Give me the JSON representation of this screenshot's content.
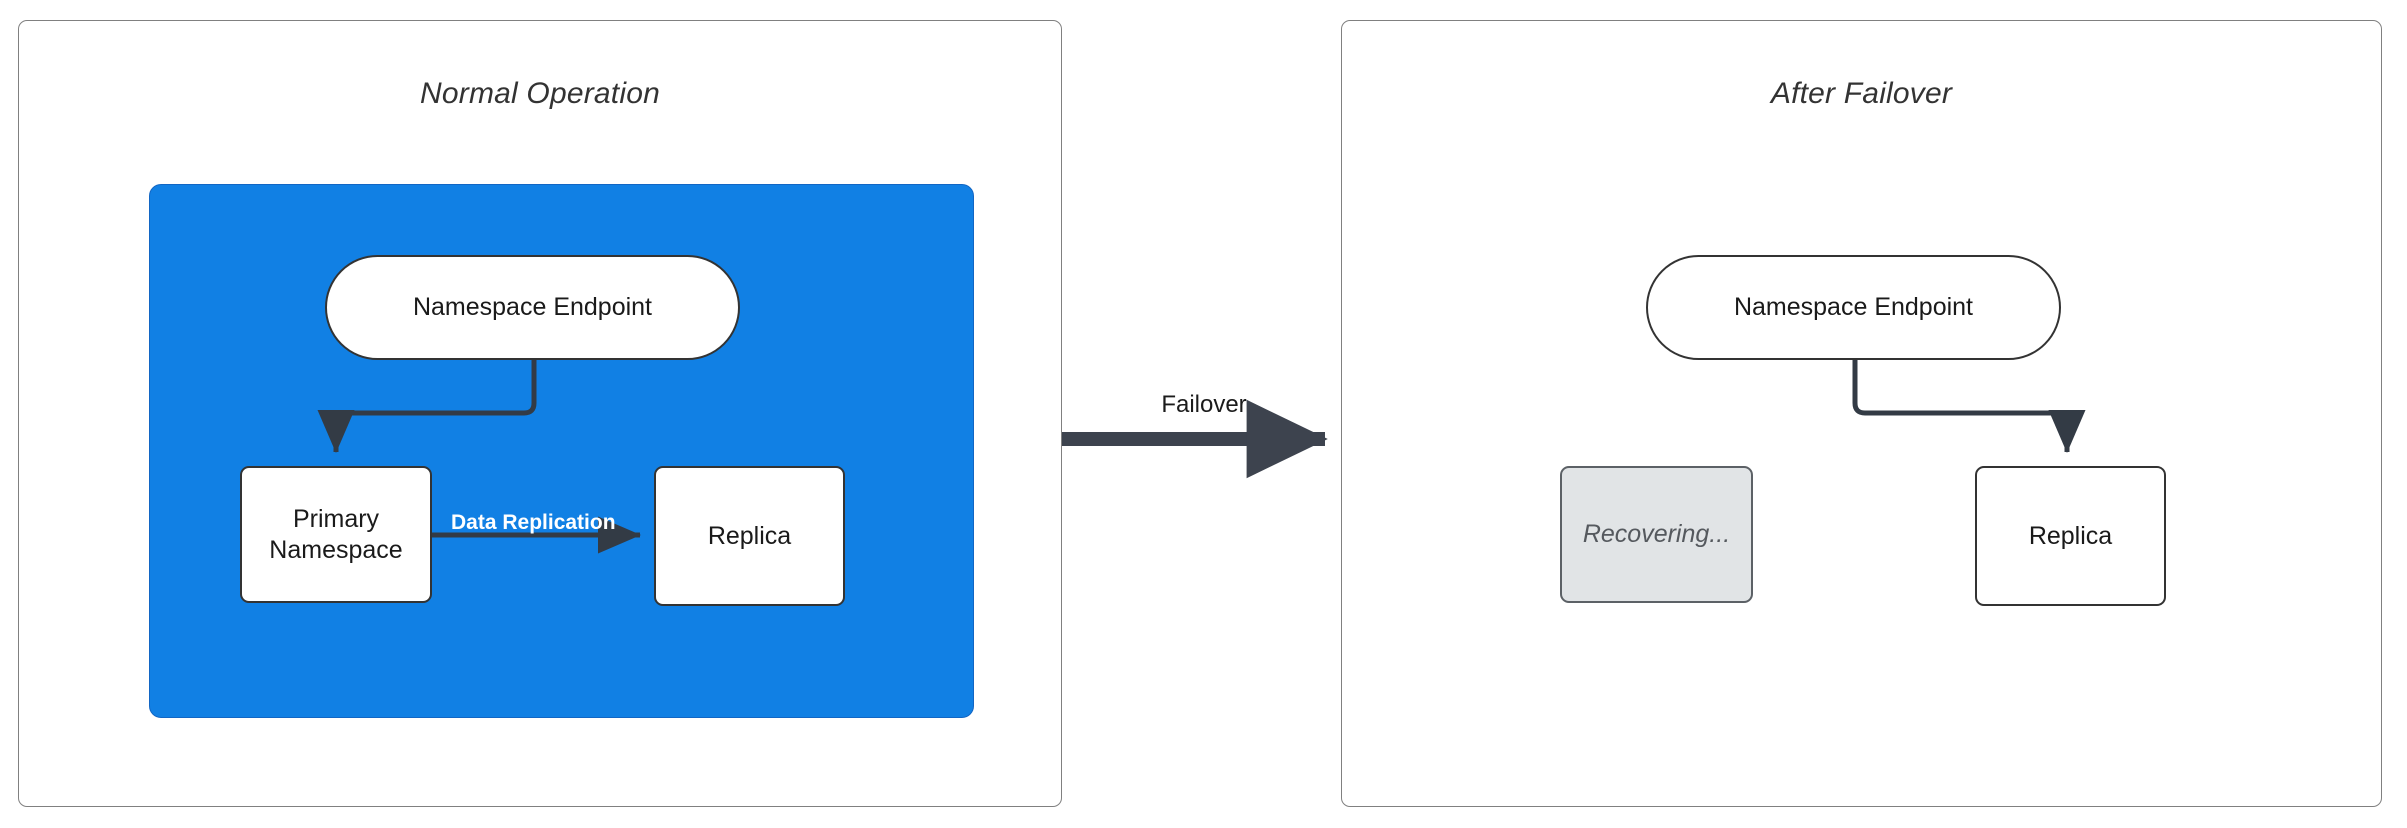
{
  "diagram": {
    "title_left": "Normal Operation",
    "title_right": "After Failover",
    "transition_label": "Failover",
    "colors": {
      "region_blue": "#1180e4",
      "node_white": "#ffffff",
      "node_disabled_gray": "#e1e4e6",
      "edge_dark": "#333b45",
      "panel_border": "#808080",
      "title_text": "#333333",
      "edge_label_text": "#ffffff"
    },
    "panels": [
      {
        "id": "normal-operation",
        "title": "Normal Operation",
        "nodes": [
          {
            "id": "l-endpoint",
            "label": "Namespace Endpoint",
            "shape": "pill",
            "state": "active"
          },
          {
            "id": "l-primary",
            "label": "Primary\nNamespace",
            "shape": "rectangle",
            "state": "active"
          },
          {
            "id": "l-replica",
            "label": "Replica",
            "shape": "rectangle",
            "state": "active"
          }
        ],
        "edges": [
          {
            "from": "l-endpoint",
            "to": "l-primary",
            "label": "",
            "style": "elbow-arrow"
          },
          {
            "from": "l-primary",
            "to": "l-replica",
            "label": "Data Replication",
            "style": "straight-arrow"
          }
        ]
      },
      {
        "id": "after-failover",
        "title": "After Failover",
        "nodes": [
          {
            "id": "r-endpoint",
            "label": "Namespace Endpoint",
            "shape": "pill",
            "state": "active"
          },
          {
            "id": "r-recover",
            "label": "Recovering...",
            "shape": "rectangle",
            "state": "disabled"
          },
          {
            "id": "r-replica",
            "label": "Replica",
            "shape": "rectangle",
            "state": "active"
          }
        ],
        "edges": [
          {
            "from": "r-endpoint",
            "to": "r-replica",
            "label": "",
            "style": "elbow-arrow"
          }
        ]
      }
    ],
    "node_labels": {
      "l_endpoint": "Namespace Endpoint",
      "l_primary_line1": "Primary",
      "l_primary_line2": "Namespace",
      "l_replica": "Replica",
      "r_endpoint": "Namespace Endpoint",
      "r_recovering": "Recovering...",
      "r_replica": "Replica"
    },
    "edge_labels": {
      "data_replication": "Data Replication"
    }
  }
}
